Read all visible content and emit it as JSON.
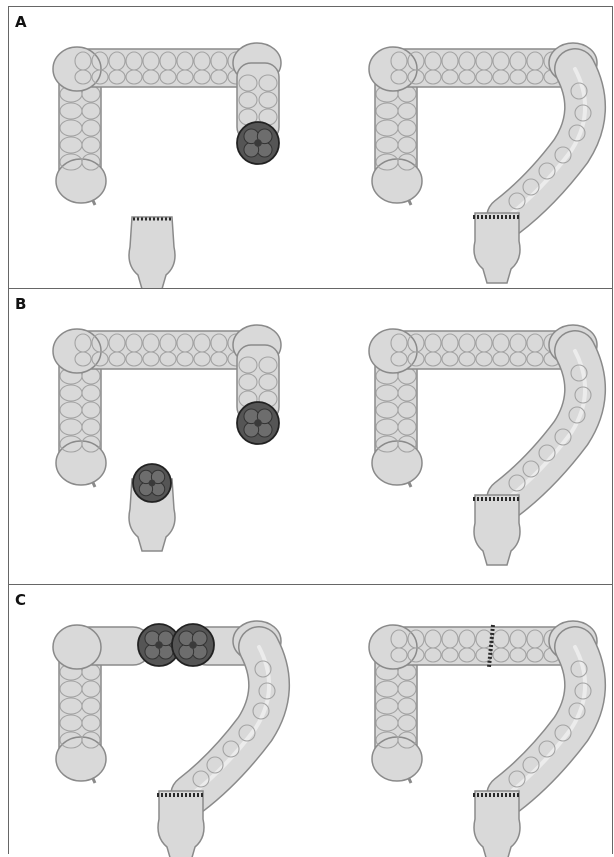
{
  "panels": [
    {
      "id": "a",
      "label": "A",
      "left": "open-proximal",
      "right": "low-anastomosis"
    },
    {
      "id": "b",
      "label": "B",
      "left": "stapled-both",
      "right": "low-anastomosis"
    },
    {
      "id": "c",
      "label": "C",
      "left": "stapled-transverse",
      "right": "double-anastomosis"
    }
  ],
  "colors": {
    "colon_fill": "#d9d9d9",
    "colon_stroke": "#8a8a8a",
    "staple_fill": "#555555",
    "suture": "#2a2a2a",
    "border": "#666666"
  }
}
